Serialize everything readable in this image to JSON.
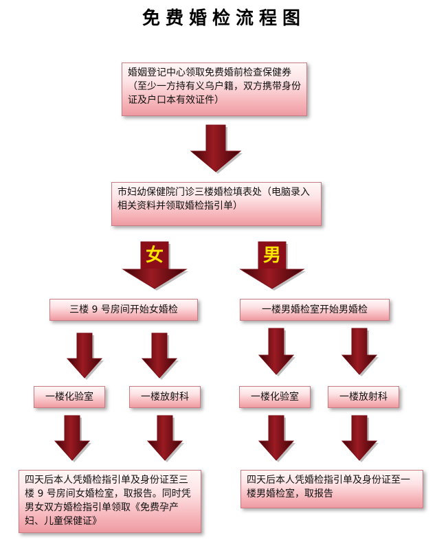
{
  "title": "免费婚检流程图",
  "steps": {
    "step1": "婚姻登记中心领取免费婚前检查保健券（至少一方持有义乌户籍，双方携带身份证及户口本有效证件）",
    "step2": "市妇幼保健院门诊三楼婚检填表处（电脑录入相关资料并领取婚检指引单）",
    "female_label": "女",
    "male_label": "男",
    "female_start": "三楼 9 号房间开始女婚检",
    "male_start": "一楼男婚检室开始男婚检",
    "female_lab": "一楼化验室",
    "female_radiology": "一楼放射科",
    "male_lab": "一楼化验室",
    "male_radiology": "一楼放射科",
    "female_result": "四天后本人凭婚检指引单及身份证至三楼 9 号房间女婚检室，取报告。同时凭男女双方婚检指引单领取《免费孕产妇、儿童保健证》",
    "male_result": "四天后本人凭婚检指引单及身份证至一楼男婚检室，取报告"
  },
  "colors": {
    "arrow": "#7a0d14",
    "box_fill": "#f6b5ba",
    "badge_text": "#ffe600"
  }
}
